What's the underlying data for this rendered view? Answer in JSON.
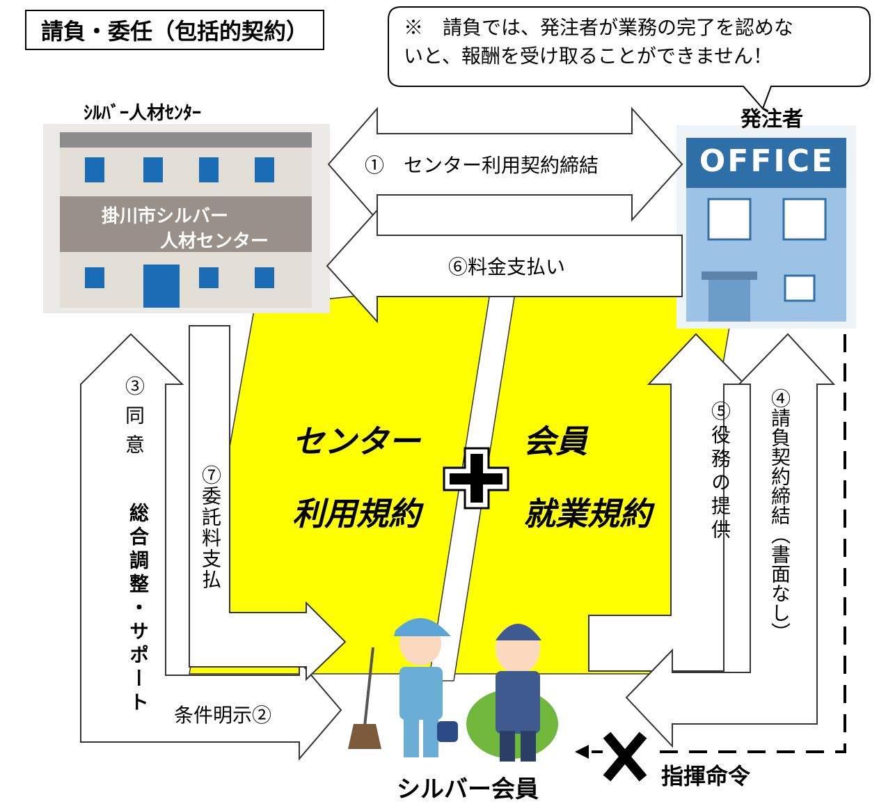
{
  "title": "請負・委任（包括的契約）",
  "note": {
    "line1": "※　請負では、発注者が業務の完了を認めな",
    "line2": "いと、報酬を受け取ることができません！"
  },
  "silver_center": {
    "label": "ｼﾙﾊﾞｰ人材ｾﾝﾀｰ",
    "sign_line1": "掛川市シルバー",
    "sign_line2": "人材センター"
  },
  "client": {
    "label": "発注者",
    "sign": "OFFICE"
  },
  "arrows": {
    "step1": "①　センター利用契約締結",
    "step6": "⑥料金支払い",
    "step3": "③同意",
    "step3b": "総合調整・サポート",
    "step7": "⑦委託料支払",
    "step2": "条件明示②",
    "step5": "⑤役務の提供",
    "step4": "④請負契約締結（書面なし）"
  },
  "center_rules": {
    "left_line1": "センター",
    "left_line2": "利用規約",
    "right_line1": "会員",
    "right_line2": "就業規約"
  },
  "member_label": "シルバー会員",
  "command_label": "指揮命令",
  "colors": {
    "highlight": "#FFFF00",
    "building_wall": "#E2DDD5",
    "building_band": "#989089",
    "window_blue": "#1B6BB5",
    "office_blue": "#9CC3E6",
    "office_dark": "#2E6FA7"
  }
}
